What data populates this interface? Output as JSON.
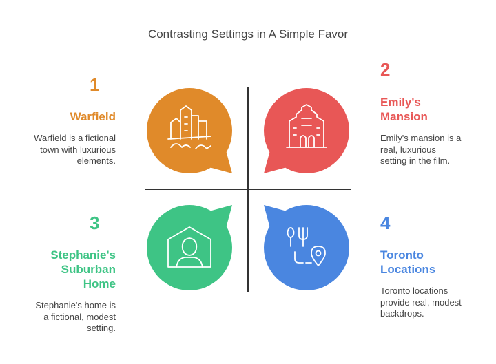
{
  "title": "Contrasting Settings in A Simple Favor",
  "colors": {
    "orange": "#e08a2a",
    "red": "#e85756",
    "green": "#3ec485",
    "blue": "#4a86e0"
  },
  "items": [
    {
      "number": "1",
      "heading": [
        "Warfield"
      ],
      "description": [
        "Warfield is a fictional",
        "town with luxurious",
        "elements."
      ],
      "icon": "town-buildings-icon",
      "color": "#e08a2a"
    },
    {
      "number": "2",
      "heading": [
        "Emily's",
        "Mansion"
      ],
      "description": [
        "Emily's mansion is a",
        "real, luxurious",
        "setting in the film."
      ],
      "icon": "mansion-icon",
      "color": "#e85756"
    },
    {
      "number": "3",
      "heading": [
        "Stephanie's",
        "Suburban",
        "Home"
      ],
      "description": [
        "Stephanie's home is",
        "a fictional, modest",
        "setting."
      ],
      "icon": "home-person-icon",
      "color": "#3ec485"
    },
    {
      "number": "4",
      "heading": [
        "Toronto",
        "Locations"
      ],
      "description": [
        "Toronto locations",
        "provide real, modest",
        "backdrops."
      ],
      "icon": "location-route-icon",
      "color": "#4a86e0"
    }
  ]
}
